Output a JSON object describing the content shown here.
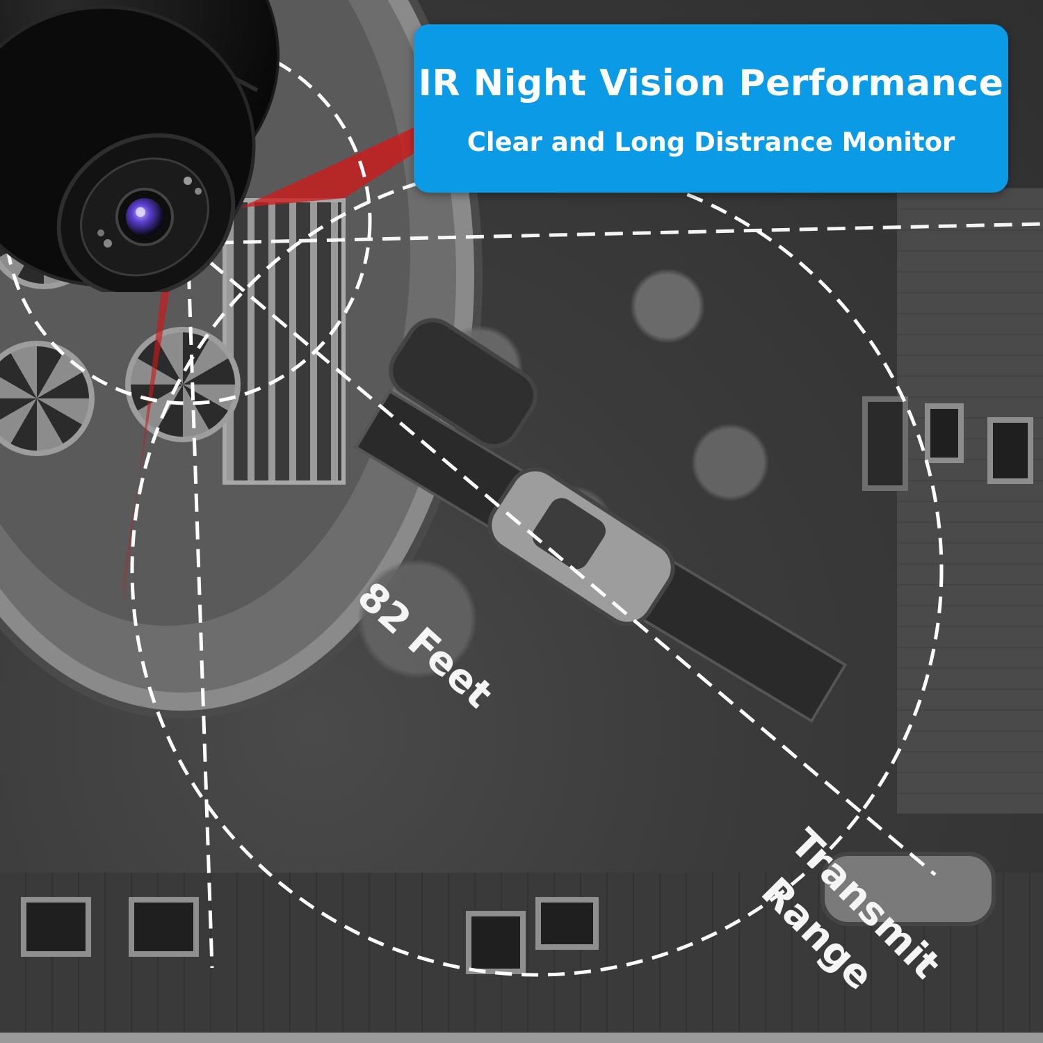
{
  "banner": {
    "title": "IR Night Vision Performance",
    "subtitle": "Clear and Long Distrance Monitor",
    "background_color": "#0b9be6",
    "text_color": "#ffffff"
  },
  "annotations": {
    "distance_label": "82 Feet",
    "range_label_line1": "Transmit",
    "range_label_line2": "Range"
  },
  "colors": {
    "ir_beam": "#d11a1a",
    "dashed_lines": "#ffffff",
    "lens_accent": "#6a4bd6"
  },
  "scene": {
    "product": "dome-security-camera",
    "background": "aerial-grayscale-courtyard"
  }
}
